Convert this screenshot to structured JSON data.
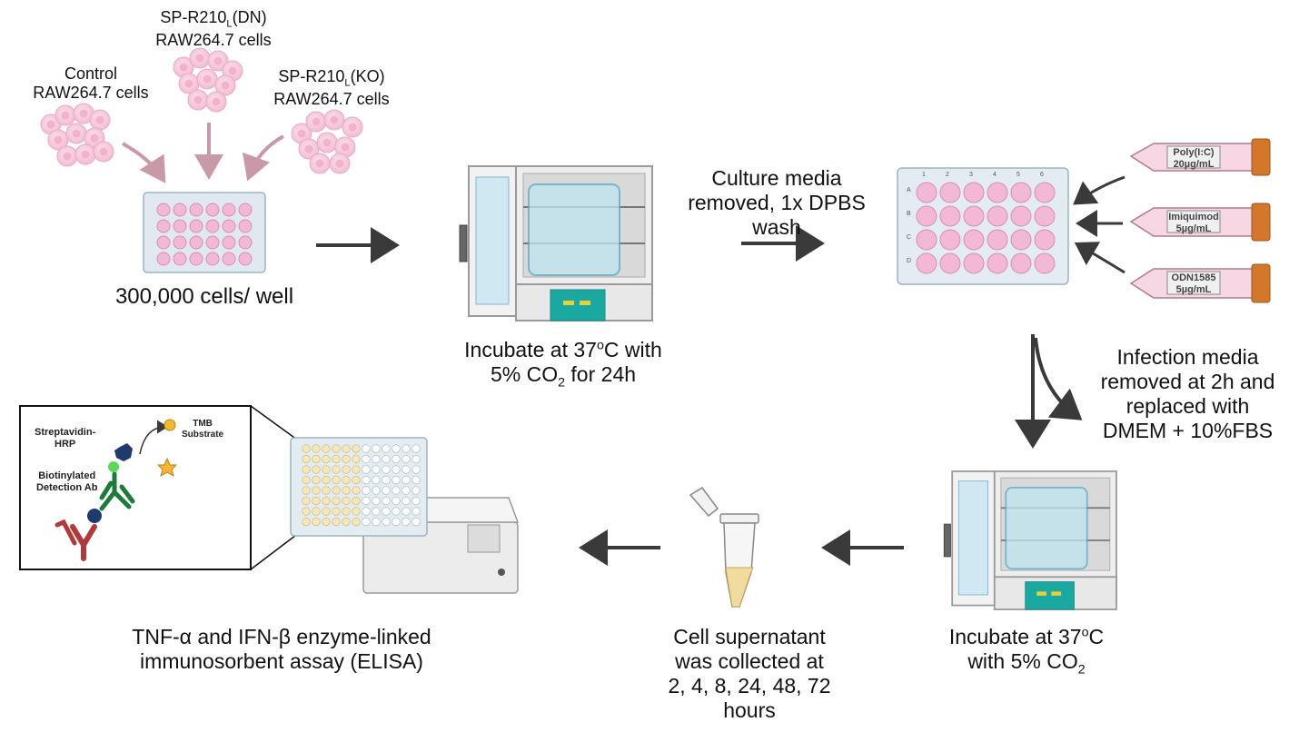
{
  "colors": {
    "well_pink": "#f2b8d4",
    "plate_body": "#dfe9ef",
    "teal_panel": "#1aa8a0",
    "arrow_dark": "#3a3a3a",
    "arrow_pink": "#c89aa8",
    "tube_cap": "#d3772a",
    "supernatant": "#f1dca0",
    "antibody_red": "#b03a3a",
    "antibody_green": "#1e7a3a",
    "hrp_navy": "#1f3a6b",
    "streptavidin_green": "#5cd65c",
    "tmb_yellow": "#f5b830"
  },
  "cells": {
    "control": {
      "line1": "Control",
      "line2": "RAW264.7 cells"
    },
    "dn": {
      "line1_prefix": "SP-R210",
      "line1_sub": "L",
      "line1_suffix": "(DN)",
      "line2": "RAW264.7 cells"
    },
    "ko": {
      "line1_prefix": "SP-R210",
      "line1_sub": "L",
      "line1_suffix": "(KO)",
      "line2": "RAW264.7 cells"
    }
  },
  "seeding": {
    "label": "300,000 cells/ well"
  },
  "incubate1": {
    "line1_prefix": "Incubate at 37",
    "line1_sup": "o",
    "line1_suffix": "C with",
    "line2_prefix": "5% CO",
    "line2_sub": "2",
    "line2_suffix": " for 24h"
  },
  "wash": {
    "line1": "Culture media",
    "line2": "removed, 1x DPBS",
    "line3": "wash"
  },
  "plate_labels": {
    "columns": [
      "1",
      "2",
      "3",
      "4",
      "5",
      "6"
    ],
    "rows": [
      "A",
      "B",
      "C",
      "D"
    ]
  },
  "stimulants": [
    {
      "name": "Poly(I:C)",
      "dose": "20µg/mL"
    },
    {
      "name": "Imiquimod",
      "dose": "5µg/mL"
    },
    {
      "name": "ODN1585",
      "dose": "5µg/mL"
    }
  ],
  "infection": {
    "line1": "Infection media",
    "line2": "removed at 2h and",
    "line3": "replaced with",
    "line4": "DMEM + 10%FBS"
  },
  "incubate2": {
    "line1_prefix": "Incubate at 37",
    "line1_sup": "o",
    "line1_suffix": "C",
    "line2_prefix": "with 5% CO",
    "line2_sub": "2"
  },
  "supernatant": {
    "line1": "Cell supernatant",
    "line2": "was collected at",
    "line3": "2, 4, 8, 24, 48, 72",
    "line4": "hours"
  },
  "elisa": {
    "line1": "TNF-α and IFN-β enzyme-linked",
    "line2": "immunosorbent assay (ELISA)",
    "streptavidin": "Streptavidin-",
    "hrp": "HRP",
    "tmb1": "TMB",
    "tmb2": "Substrate",
    "biotin1": "Biotinylated",
    "biotin2": "Detection Ab"
  }
}
